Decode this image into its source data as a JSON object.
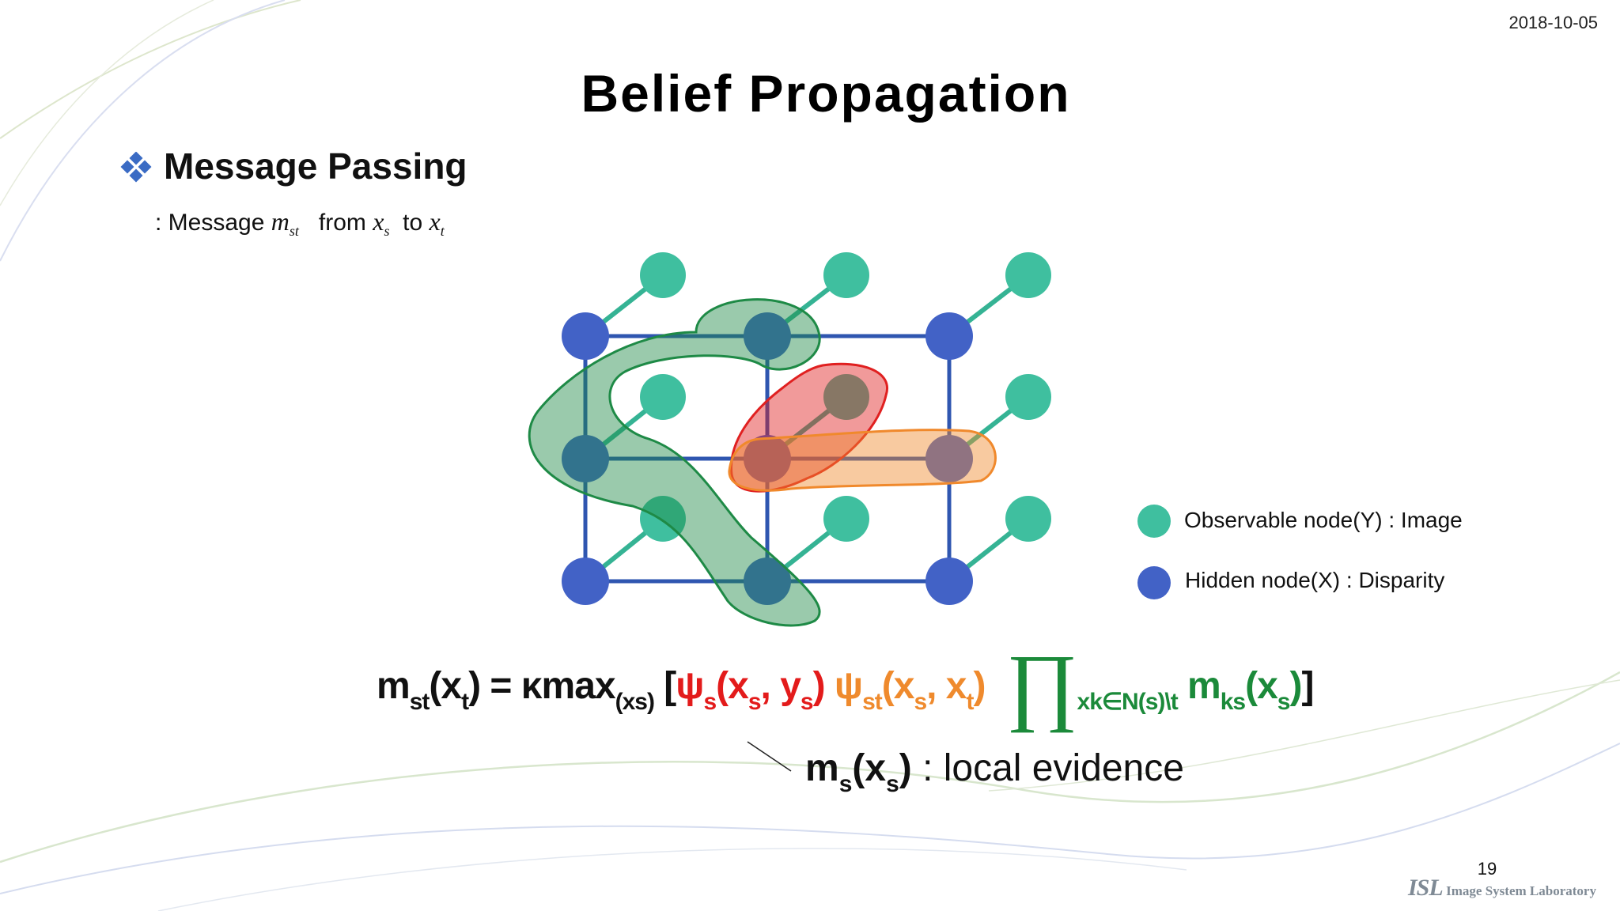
{
  "header": {
    "date": "2018-10-05"
  },
  "slide": {
    "title": "Belief Propagation",
    "heading": "Message Passing",
    "subline": {
      "prefix": ": Message",
      "m_var": "m",
      "m_sub": "st",
      "from": "from",
      "xs_var": "x",
      "xs_sub": "s",
      "to": "to",
      "xt_var": "x",
      "xt_sub": "t"
    }
  },
  "legend": [
    {
      "label": "Observable node(Y) : Image",
      "color": "#3fbf9f"
    },
    {
      "label": "Hidden node(X) : Disparity",
      "color": "#4262c6"
    }
  ],
  "formula": {
    "lhs": "m",
    "lhs_sub": "st",
    "lhs_arg_open": "(x",
    "lhs_arg_sub": "t",
    "lhs_arg_close": ")",
    "equals": " = ",
    "kmax": "κmax",
    "kmax_sub": "(xs)",
    "bracket_open": " [",
    "psi_s": "ψ",
    "psi_s_sub": "s",
    "psi_s_args_a": "(x",
    "psi_s_args_a_sub": "s",
    "psi_s_args_b": ", y",
    "psi_s_args_b_sub": "s",
    "psi_s_close": ")",
    "psi_st": " ψ",
    "psi_st_sub": "st",
    "psi_st_args_a": "(x",
    "psi_st_args_a_sub": "s",
    "psi_st_args_b": ", x",
    "psi_st_args_b_sub": "t",
    "psi_st_close": ")",
    "prod": " ∏",
    "prod_sub": "xk∈N(s)\\t",
    "mks": " m",
    "mks_sub": "ks",
    "mks_args": "(x",
    "mks_args_sub": "s",
    "mks_close": ")",
    "bracket_close": "]"
  },
  "evidence": {
    "m": "m",
    "m_sub": "s",
    "arg": "(x",
    "arg_sub": "s",
    "close": ")",
    "label": " : local evidence"
  },
  "colors": {
    "observable": "#3fbf9f",
    "hidden": "#4262c6",
    "edge": "#2f56b0",
    "green_region": "#1e8a46",
    "red_region": "#e02020",
    "orange_region": "#f0892c"
  },
  "footer": {
    "page_number": "19",
    "logo_mark": "ISL",
    "logo_text": "Image System Laboratory"
  }
}
